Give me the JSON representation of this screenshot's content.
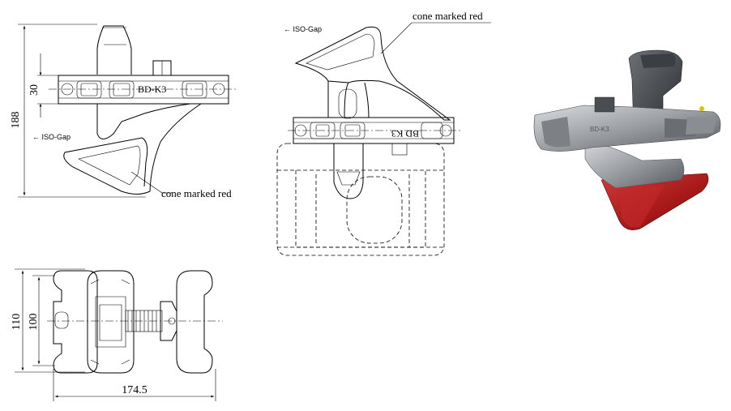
{
  "colors": {
    "cone": "#b11e1e",
    "metal": "#8f9398",
    "line": "#000000"
  },
  "side_view": {
    "dim_height": "188",
    "dim_plate": "30",
    "iso_gap": "← ISO-Gap",
    "cone_label": "cone marked red",
    "plate_mark": "BD-K3"
  },
  "front_view": {
    "iso_gap": "← ISO-Gap",
    "cone_label": "cone marked red",
    "plate_mark": "BD K3"
  },
  "top_view": {
    "dim_outer": "110",
    "dim_inner": "100",
    "dim_width": "174.5"
  },
  "render": {
    "plate_mark": "BD-K3"
  }
}
